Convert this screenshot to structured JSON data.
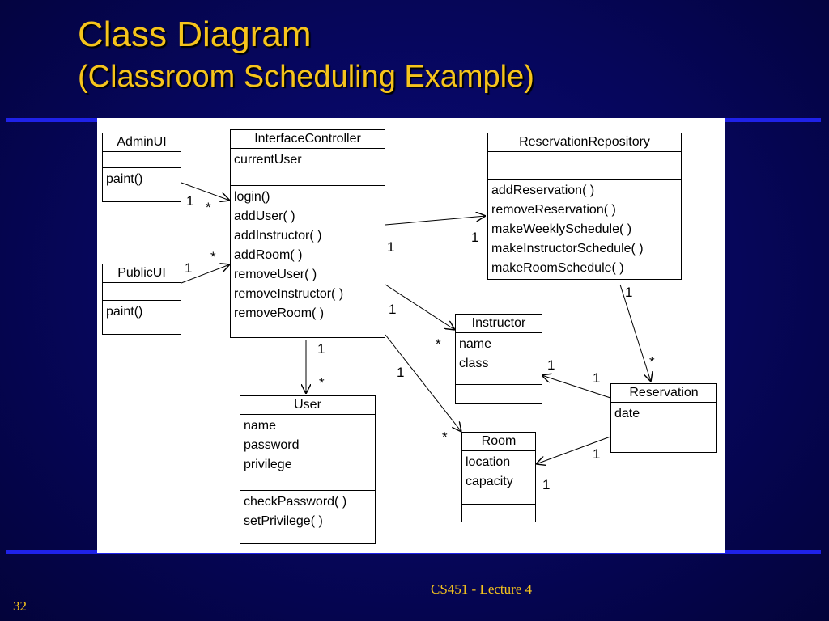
{
  "slide": {
    "title_line1": "Class Diagram",
    "title_line2": "(Classroom Scheduling Example)",
    "footer_course": "CS451 - Lecture 4",
    "page_number": "32"
  },
  "classes": {
    "adminui": {
      "name": "AdminUI",
      "attributes": [],
      "methods": [
        "paint()"
      ]
    },
    "publicui": {
      "name": "PublicUI",
      "attributes": [],
      "methods": [
        "paint()"
      ]
    },
    "interfacecontroller": {
      "name": "InterfaceController",
      "attributes": [
        "currentUser"
      ],
      "methods": [
        "login()",
        "addUser( )",
        "addInstructor( )",
        "addRoom( )",
        "removeUser( )",
        "removeInstructor( )",
        "removeRoom( )"
      ]
    },
    "reservationrepository": {
      "name": "ReservationRepository",
      "attributes": [],
      "methods": [
        "addReservation( )",
        "removeReservation( )",
        "makeWeeklySchedule( )",
        "makeInstructorSchedule( )",
        "makeRoomSchedule( )"
      ]
    },
    "user": {
      "name": "User",
      "attributes": [
        "name",
        "password",
        "privilege"
      ],
      "methods": [
        "checkPassword( )",
        "setPrivilege( )"
      ]
    },
    "instructor": {
      "name": "Instructor",
      "attributes": [
        "name",
        "class"
      ],
      "methods": []
    },
    "room": {
      "name": "Room",
      "attributes": [
        "location",
        "capacity"
      ],
      "methods": []
    },
    "reservation": {
      "name": "Reservation",
      "attributes": [
        "date"
      ],
      "methods": []
    }
  },
  "associations": [
    {
      "from": "AdminUI",
      "to": "InterfaceController",
      "from_mult": "1",
      "to_mult": "*"
    },
    {
      "from": "PublicUI",
      "to": "InterfaceController",
      "from_mult": "1",
      "to_mult": "*"
    },
    {
      "from": "InterfaceController",
      "to": "ReservationRepository",
      "from_mult": "1",
      "to_mult": "1"
    },
    {
      "from": "InterfaceController",
      "to": "Instructor",
      "from_mult": "1",
      "to_mult": "*"
    },
    {
      "from": "InterfaceController",
      "to": "User",
      "from_mult": "1",
      "to_mult": "*"
    },
    {
      "from": "InterfaceController",
      "to": "Room",
      "from_mult": "1",
      "to_mult": "*"
    },
    {
      "from": "ReservationRepository",
      "to": "Reservation",
      "from_mult": "1",
      "to_mult": "*"
    },
    {
      "from": "Reservation",
      "to": "Instructor",
      "from_mult": "1",
      "to_mult": "1"
    },
    {
      "from": "Reservation",
      "to": "Room",
      "from_mult": "1",
      "to_mult": "1"
    }
  ]
}
